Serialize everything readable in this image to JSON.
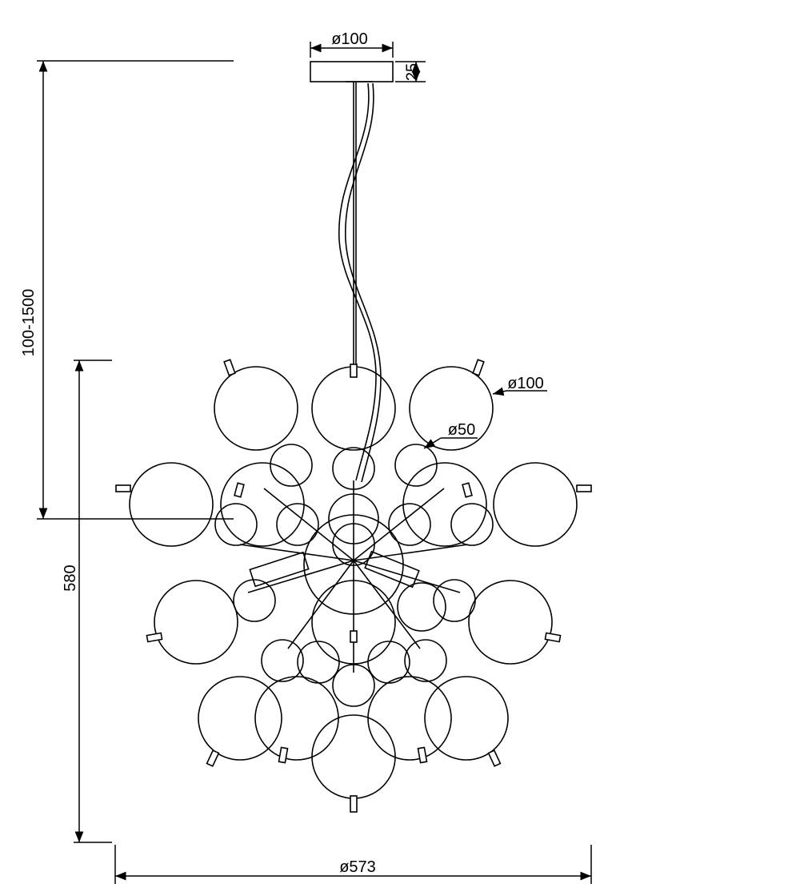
{
  "dimensions": {
    "canopy_diameter": "ø100",
    "canopy_height": "25",
    "suspension_length": "100-1500",
    "fixture_height": "580",
    "fixture_diameter": "ø573",
    "large_globe_diameter": "ø100",
    "small_globe_diameter": "ø50"
  },
  "colors": {
    "line": "#000000",
    "background": "#ffffff"
  }
}
